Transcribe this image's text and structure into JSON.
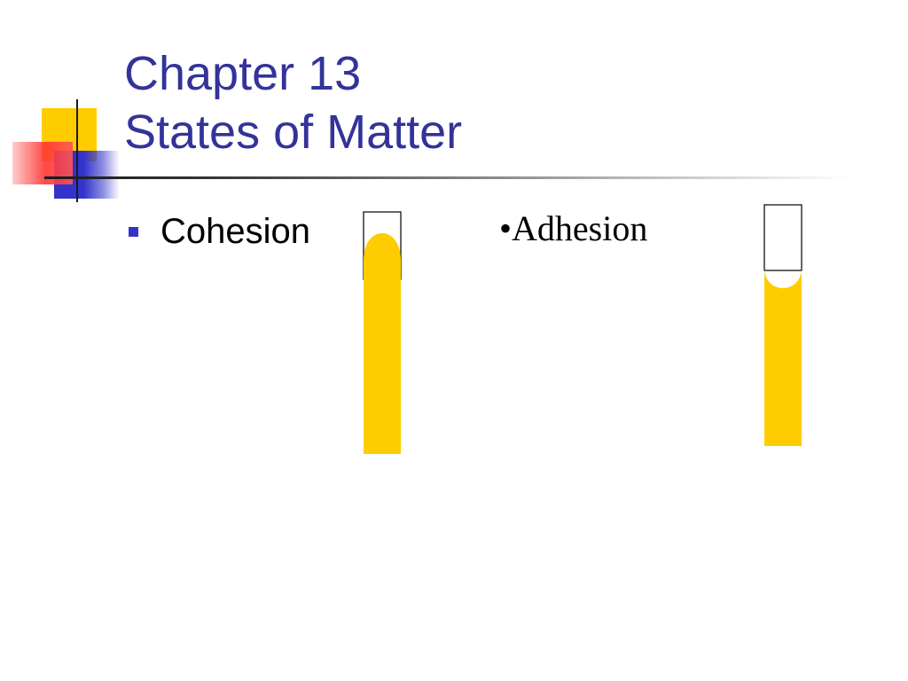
{
  "slide": {
    "title_line1": "Chapter 13",
    "title_line2": "States of Matter"
  },
  "content": {
    "left_bullet": "Cohesion",
    "right_bullet": "•Adhesion"
  },
  "colors": {
    "title": "#333399",
    "bullet": "#3333cc",
    "liquid": "#ffcc00",
    "deco_red": "#ff3333",
    "deco_blue": "#3333cc",
    "deco_yellow": "#ffcc00"
  },
  "illustrations": {
    "cohesion_tube": "convex-meniscus-tube",
    "adhesion_tube": "concave-meniscus-tube"
  }
}
